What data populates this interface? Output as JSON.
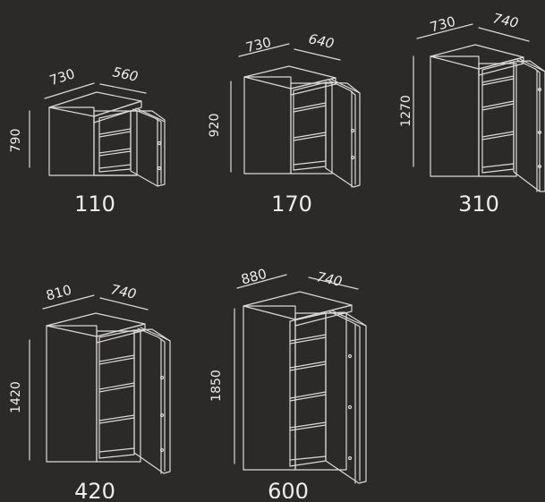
{
  "line_color": "#d9d9d9",
  "background": "#2b2a29",
  "safes": [
    {
      "model": "110",
      "width": "730",
      "depth": "560",
      "height": "790"
    },
    {
      "model": "170",
      "width": "730",
      "depth": "640",
      "height": "920"
    },
    {
      "model": "310",
      "width": "730",
      "depth": "740",
      "height": "1270"
    },
    {
      "model": "420",
      "width": "810",
      "depth": "740",
      "height": "1420"
    },
    {
      "model": "600",
      "width": "880",
      "depth": "740",
      "height": "1850"
    }
  ]
}
